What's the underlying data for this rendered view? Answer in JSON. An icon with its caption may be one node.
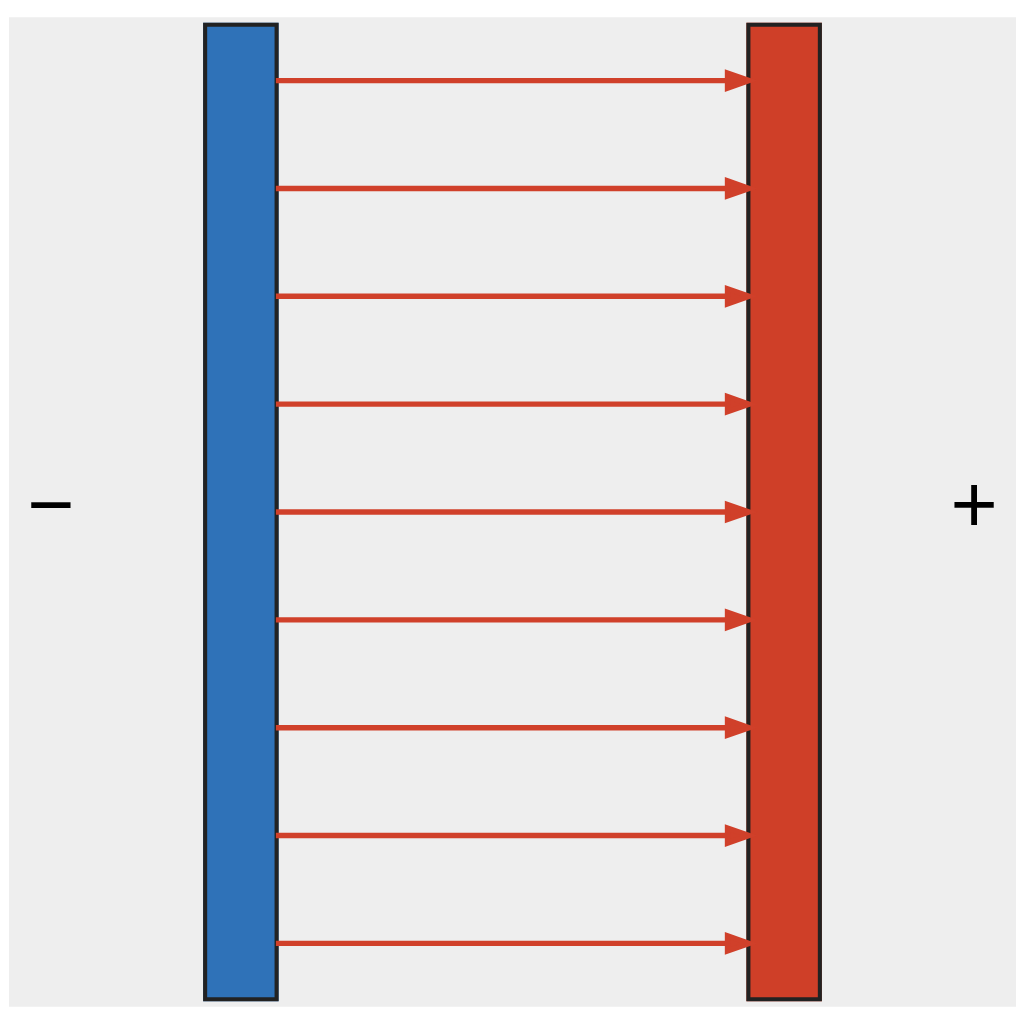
{
  "diagram": {
    "nodes": [
      {
        "text": [],
        "shape": "bar"
      },
      {
        "text": [],
        "shape": "bar"
      }
    ],
    "edges": [
      {
        "from": 0,
        "to": 1,
        "arrow": "to"
      },
      {
        "from": 0,
        "to": 1,
        "arrow": "to"
      },
      {
        "from": 0,
        "to": 1,
        "arrow": "to"
      },
      {
        "from": 0,
        "to": 1,
        "arrow": "to"
      },
      {
        "from": 0,
        "to": 1,
        "arrow": "to"
      },
      {
        "from": 0,
        "to": 1,
        "arrow": "to"
      },
      {
        "from": 0,
        "to": 1,
        "arrow": "to"
      },
      {
        "from": 0,
        "to": 1,
        "arrow": "to"
      },
      {
        "from": 0,
        "to": 1,
        "arrow": "to"
      }
    ],
    "labels": [
      "−",
      "+"
    ]
  }
}
